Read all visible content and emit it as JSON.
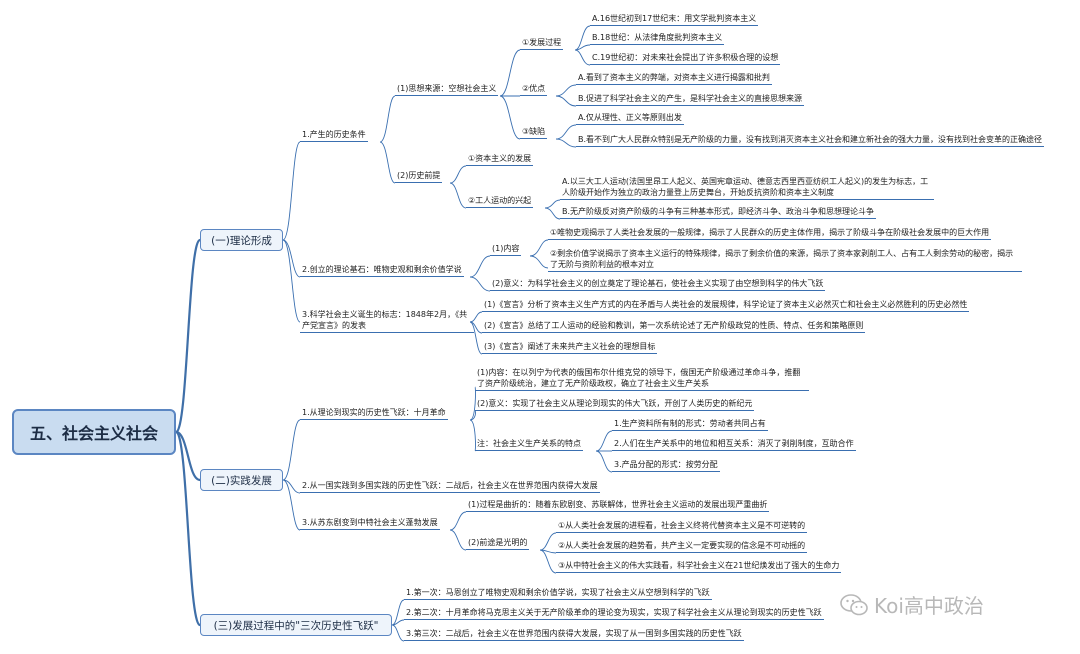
{
  "root": "五、社会主义社会",
  "s1": {
    "title": "(一)理论形成",
    "c1": {
      "title": "1.产生的历史条件",
      "a": {
        "title": "(1)思想来源：空想社会主义",
        "p1": {
          "title": "①发展过程",
          "items": [
            "A.16世纪初到17世纪末：用文学批判资本主义",
            "B.18世纪：从法律角度批判资本主义",
            "C.19世纪初：对未来社会提出了许多积极合理的设想"
          ]
        },
        "p2": {
          "title": "②优点",
          "items": [
            "A.看到了资本主义的弊端，对资本主义进行揭露和批判",
            "B.促进了科学社会主义的产生，是科学社会主义的直接思想来源"
          ]
        },
        "p3": {
          "title": "③缺陷",
          "items": [
            "A.仅从理性、正义等原则出发",
            "B.看不到广大人民群众特别是无产阶级的力量，没有找到消灭资本主义社会和建立新社会的强大力量，没有找到社会变革的正确途径"
          ]
        }
      },
      "b": {
        "title": "(2)历史前提",
        "q1": "①资本主义的发展",
        "q2": {
          "title": "②工人运动的兴起",
          "items": [
            "A.以三大工人运动(法国里昂工人起义、英国宪章运动、德意志西里西亚纺织工人起义)的发生为标志，工人阶级开始作为独立的政治力量登上历史舞台，开始反抗资阶和资本主义制度",
            "B.无产阶级反对资产阶级的斗争有三种基本形式，即经济斗争、政治斗争和思想理论斗争"
          ]
        }
      }
    },
    "c2": {
      "title": "2.创立的理论基石：唯物史观和剩余价值学说",
      "a": {
        "title": "(1)内容",
        "items": [
          "①唯物史观揭示了人类社会发展的一般规律，揭示了人民群众的历史主体作用，揭示了阶级斗争在阶级社会发展中的巨大作用",
          "②剩余价值学说揭示了资本主义运行的特殊规律，揭示了剩余价值的来源，揭示了资本家剥削工人、占有工人剩余劳动的秘密，揭示了无阶与资阶利益的根本对立"
        ]
      },
      "b": "(2)意义：为科学社会主义的创立奠定了理论基石，使社会主义实现了由空想到科学的伟大飞跃"
    },
    "c3": {
      "title": "3.科学社会主义诞生的标志：1848年2月，《共产党宣言》的发表",
      "items": [
        "(1)《宣言》分析了资本主义生产方式的内在矛盾与人类社会的发展规律，科学论证了资本主义必然灭亡和社会主义必然胜利的历史必然性",
        "(2)《宣言》总结了工人运动的经验和教训，第一次系统论述了无产阶级政党的性质、特点、任务和策略原则",
        "(3)《宣言》阐述了未来共产主义社会的理想目标"
      ]
    }
  },
  "s2": {
    "title": "(二)实践发展",
    "c1": {
      "title": "1.从理论到现实的历史性飞跃：十月革命",
      "a": "(1)内容：在以列宁为代表的俄国布尔什维克党的领导下，俄国无产阶级通过革命斗争，推翻了资产阶级统治，建立了无产阶级政权，确立了社会主义生产关系",
      "b": "(2)意义：实现了社会主义从理论到现实的伟大飞跃，开创了人类历史的新纪元",
      "c": {
        "title": "注：社会主义生产关系的特点",
        "items": [
          "1.生产资料所有制的形式：劳动者共同占有",
          "2.人们在生产关系中的地位和相互关系：消灭了剥削制度，互助合作",
          "3.产品分配的形式：按劳分配"
        ]
      }
    },
    "c2": "2.从一国实践到多国实践的历史性飞跃：二战后，社会主义在世界范围内获得大发展",
    "c3": {
      "title": "3.从苏东剧变到中特社会主义蓬勃发展",
      "a": "(1)过程是曲折的：随着东欧剧变、苏联解体，世界社会主义运动的发展出现严重曲折",
      "b": {
        "title": "(2)前途是光明的",
        "items": [
          "①从人类社会发展的进程看，社会主义终将代替资本主义是不可逆转的",
          "②从人类社会发展的趋势看，共产主义一定要实现的信念是不可动摇的",
          "③从中特社会主义的伟大实践看，科学社会主义在21世纪焕发出了强大的生命力"
        ]
      }
    }
  },
  "s3": {
    "title": "(三)发展过程中的\"三次历史性飞跃\"",
    "items": [
      "1.第一次：马恩创立了唯物史观和剩余价值学说，实现了社会主义从空想到科学的飞跃",
      "2.第二次：十月革命将马克思主义关于无产阶级革命的理论变为现实，实现了科学社会主义从理论到现实的历史性飞跃",
      "3.第三次：二战后，社会主义在世界范围内获得大发展，实现了从一国到多国实践的历史性飞跃"
    ]
  },
  "watermark": "Koi高中政治",
  "watermark_icon": "wechat-icon",
  "colors": {
    "line": "#3a6fb0",
    "root_fill": "#c9dcf0",
    "root_border": "#5b86c2"
  }
}
